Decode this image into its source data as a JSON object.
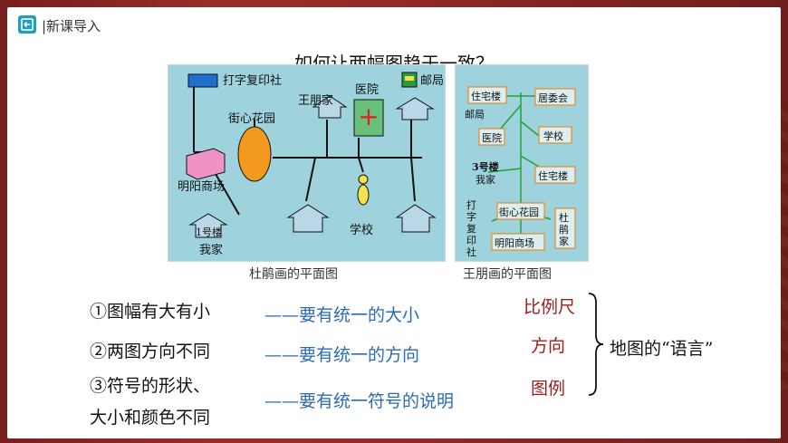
{
  "header": {
    "title": "|新课导入"
  },
  "question": "如何让两幅图趋于一致？",
  "map1": {
    "caption": "杜鹃画的平面图",
    "labels": {
      "print_shop": "打字复印社",
      "hospital": "医院",
      "post_office": "邮局",
      "wang_home": "王朋家",
      "garden": "街心花园",
      "mall": "明阳商场",
      "building1": "1号楼",
      "my_home": "我家",
      "school": "学校"
    }
  },
  "map2": {
    "caption": "王朋画的平面图",
    "labels": {
      "res1": "住宅楼",
      "committee": "居委会",
      "post_office": "邮局",
      "hospital": "医院",
      "school": "学校",
      "building3": "3号楼",
      "my_home": "我家",
      "res2": "住宅楼",
      "print_shop": "打字复印社",
      "garden": "街心花园",
      "dujuan_home": "杜鹃家",
      "mall": "明阳商场"
    }
  },
  "rows": [
    {
      "label": "①图幅有大有小",
      "note": "——要有统一的大小",
      "term": "比例尺"
    },
    {
      "label": "②两图方向不同",
      "note": "——要有统一的方向",
      "term": "方向"
    },
    {
      "label_line1": "③符号的形状、",
      "label_line2": "大小和颜色不同",
      "note": "——要有统一符号的说明",
      "term": "图例"
    }
  ],
  "summary": "地图的“语言”"
}
